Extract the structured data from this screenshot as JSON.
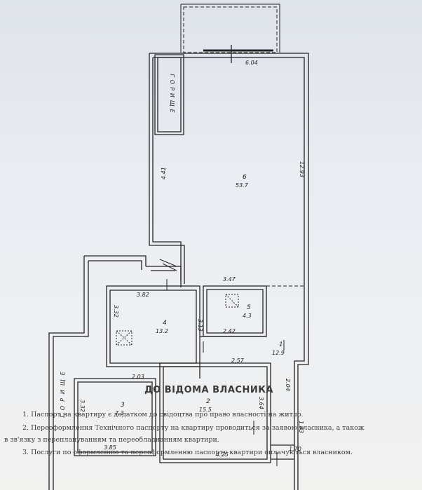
{
  "storage_label": "ГОРИЩЕ",
  "attic_label": "ГОРИЩЕ",
  "dimensions": {
    "balcony_width": "6.04",
    "right_wall": "12.93",
    "left_upper": "4.41",
    "room6_bottom": "3.47",
    "room4_top": "3.82",
    "room4_left": "3.32",
    "room4_right": "3.13",
    "room5_bottom": "2.42",
    "room4_bottom": "2.03",
    "room1_top": "2.57",
    "room1_right": "2.04",
    "room3_left": "3.32",
    "room3_bottom": "3.85",
    "room2_right": "3.64",
    "room2_bottom": "4.25",
    "corridor_right": "1.33",
    "corridor_bottom": "1.70"
  },
  "rooms": [
    {
      "num": "6",
      "area": "53.7"
    },
    {
      "num": "5",
      "area": "4.3"
    },
    {
      "num": "4",
      "area": "13.2"
    },
    {
      "num": "1",
      "area": "12.9"
    },
    {
      "num": "3",
      "area": "7.3"
    },
    {
      "num": "2",
      "area": "15.5"
    }
  ],
  "owner_title": "ДО ВІДОМА ВЛАСНИКА",
  "notes": [
    "1. Паспорт на квартиру є додатком до свідоцтва про право власності на житло.",
    "2. Переоформлення Технічного паспорту на квартиру проводиться за заявою власника, а також",
    "в зв'язку з переплануванням та переобладнанням квартири.",
    "3. Послуги по оформленню та переоформленню паспорту квартири оплачуються власником."
  ]
}
